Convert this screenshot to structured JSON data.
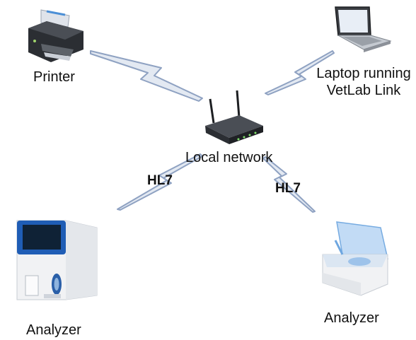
{
  "nodes": {
    "printer": {
      "label": "Printer"
    },
    "laptop": {
      "line1": "Laptop running",
      "line2": "VetLab Link"
    },
    "router": {
      "label": "Local network"
    },
    "analyzer_left": {
      "label": "Analyzer"
    },
    "analyzer_right": {
      "label": "Analyzer"
    }
  },
  "links": {
    "left_protocol": "HL7",
    "right_protocol": "HL7"
  },
  "colors": {
    "link_stroke": "#8fa2c2",
    "link_fill": "#e3e9f2",
    "device_dark": "#2b2e33",
    "screen_blue": "#2f63b8",
    "analyzer_body": "#f1f2f4"
  }
}
